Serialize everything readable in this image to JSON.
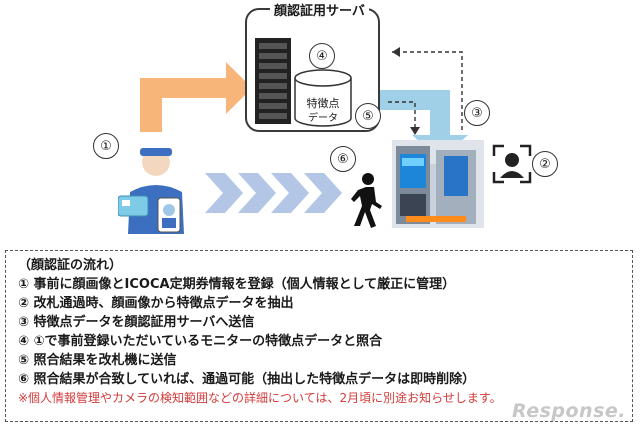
{
  "server": {
    "label": "顔認証用サーバ",
    "db_label_1": "特徴点",
    "db_label_2": "データ"
  },
  "steps": {
    "s1": "①",
    "s2": "②",
    "s3": "③",
    "s4": "④",
    "s5": "⑤",
    "s6": "⑥"
  },
  "flow": {
    "title": "（顔認証の流れ）",
    "items": [
      "① 事前に顔画像とICOCA定期券情報を登録（個人情報として厳正に管理）",
      "② 改札通過時、顔画像から特徴点データを抽出",
      "③ 特徴点データを顔認証用サーバへ送信",
      "④ ①で事前登録いただいているモニターの特徴点データと照合",
      "⑤ 照合結果を改札機に送信",
      "⑥ 照合結果が合致していれば、通過可能（抽出した特徴点データは即時削除）"
    ],
    "note": "※個人情報管理やカメラの検知範囲などの詳細については、2月頃に別途お知らせします。"
  },
  "watermark": "Response.",
  "colors": {
    "orange_arrow": "#f7b57a",
    "blue_arrow": "#9fd0e8",
    "chevron": "#b3c6e6"
  }
}
